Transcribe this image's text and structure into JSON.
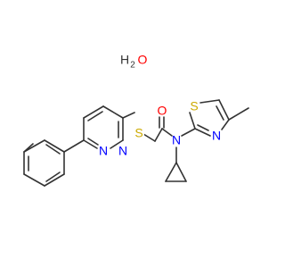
{
  "diagram": {
    "atom_labels": {
      "water": "H",
      "water_sub": "2",
      "water_o": "O",
      "carbonyl_o": "O",
      "thioether_s": "S",
      "amide_n": "N",
      "thiazole_s": "S",
      "thiazole_n": "N",
      "pyridazine_n1": "N",
      "pyridazine_n2": "N"
    },
    "colors": {
      "bond": "#333333",
      "oxygen": "#ff0000",
      "sulfur": "#ccaa00",
      "nitrogen": "#0000ff",
      "hydrogen": "#333333"
    }
  }
}
